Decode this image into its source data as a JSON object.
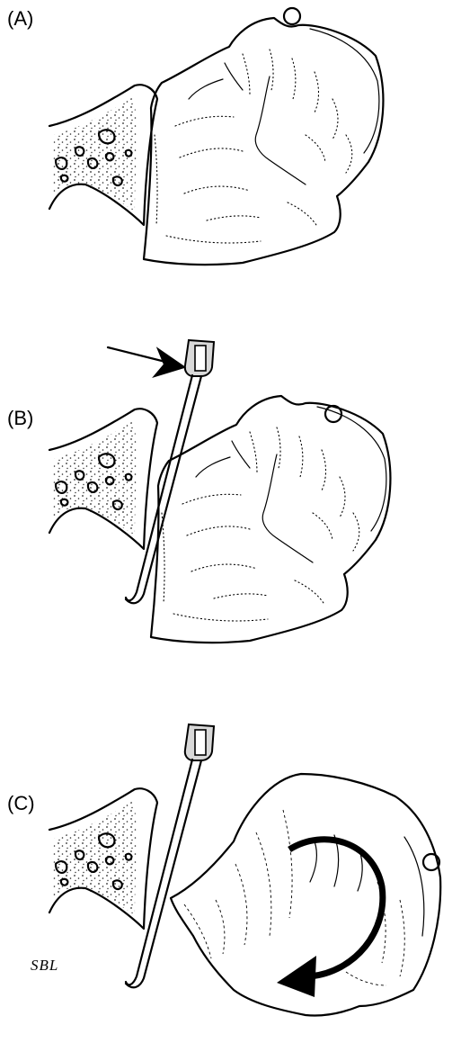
{
  "panels": [
    {
      "label": "(A)"
    },
    {
      "label": "(B)"
    },
    {
      "label": "(C)"
    }
  ],
  "signature": "SBL",
  "colors": {
    "ink": "#000000",
    "background": "#ffffff",
    "instrument_tip": "#d9d9d9"
  }
}
